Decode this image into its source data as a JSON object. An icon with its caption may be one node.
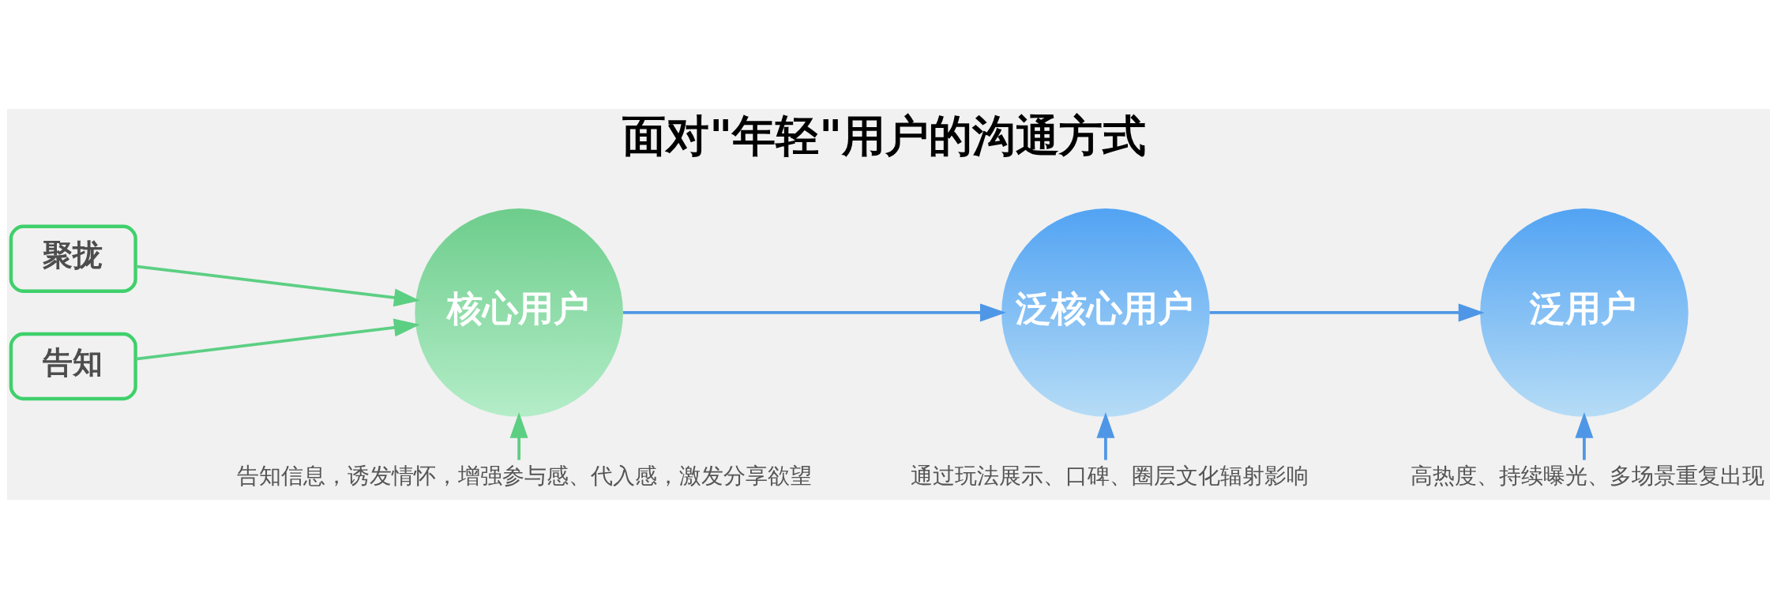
{
  "diagram": {
    "title": "面对\"年轻\"用户的沟通方式",
    "nodes": [
      {
        "text": [
          "聚拢"
        ]
      },
      {
        "text": [
          "告知"
        ]
      },
      {
        "text": [
          "核心用户"
        ]
      },
      {
        "text": [
          "泛核心用户"
        ]
      },
      {
        "text": [
          "泛用户"
        ]
      },
      {
        "text": [
          "告知信息，诱发情怀，增强参与感、代入感，激发分享欲望"
        ]
      },
      {
        "text": [
          "通过玩法展示、口碑、圈层文化辐射影响"
        ]
      },
      {
        "text": [
          "高热度、持续曝光、多场景重复出现"
        ]
      }
    ],
    "edges": [
      {
        "from": 0,
        "to": 2,
        "arrow": "to",
        "color": "#5ccf83"
      },
      {
        "from": 1,
        "to": 2,
        "arrow": "to",
        "color": "#5ccf83"
      },
      {
        "from": 2,
        "to": 3,
        "arrow": "to"
      },
      {
        "from": 3,
        "to": 4,
        "arrow": "to"
      },
      {
        "from": 5,
        "to": 2,
        "arrow": "to",
        "color": "#5ccf83"
      },
      {
        "from": 6,
        "to": 3,
        "arrow": "to"
      },
      {
        "from": 7,
        "to": 4,
        "arrow": "to"
      }
    ]
  }
}
